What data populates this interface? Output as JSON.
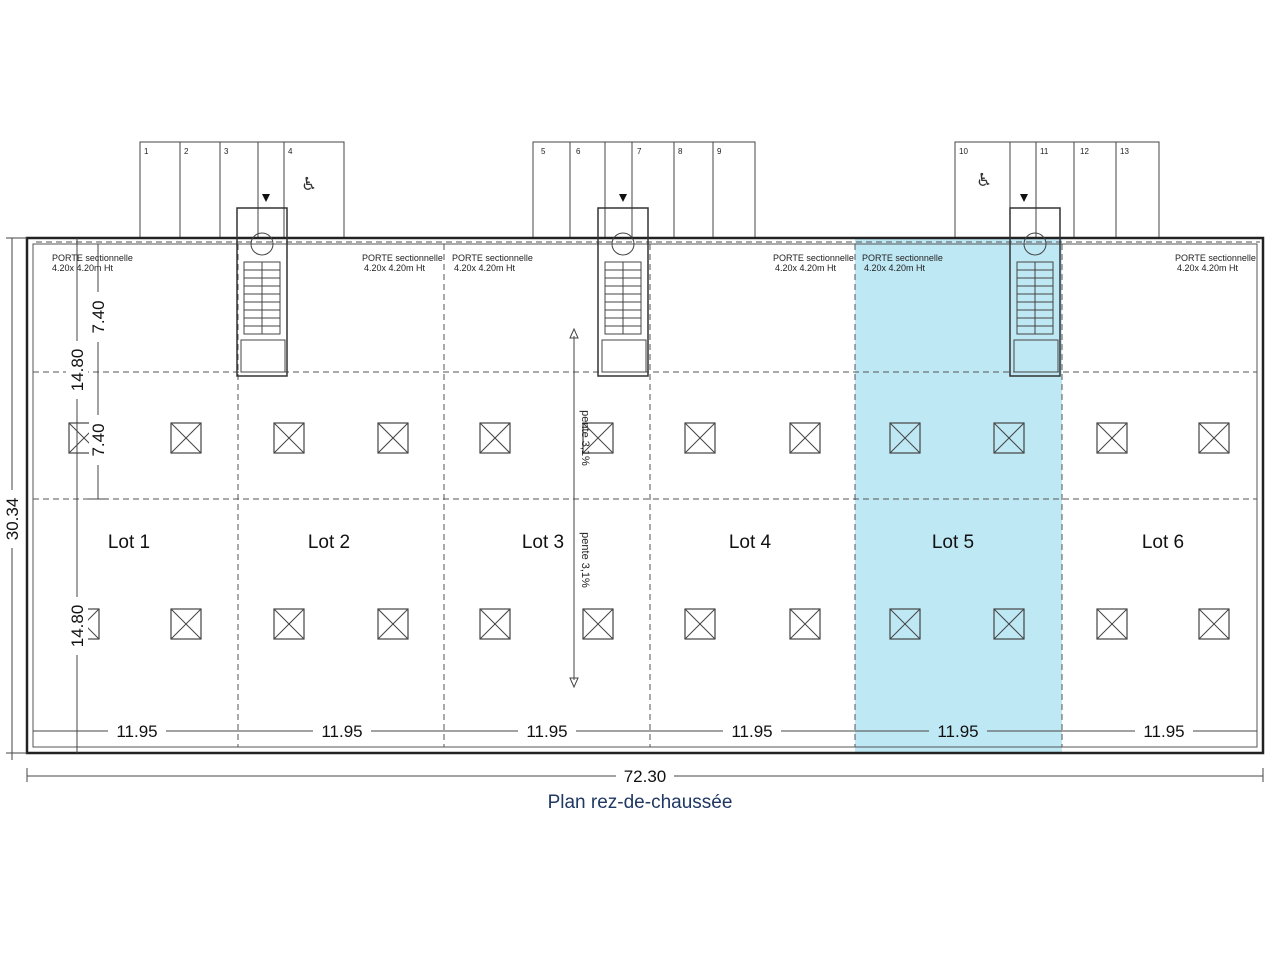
{
  "caption": "Plan rez-de-chaussée",
  "colors": {
    "highlight": "#bfe8f5",
    "caption": "#1f3864"
  },
  "highlighted_lot": "Lot 5",
  "lots": [
    {
      "label": "Lot 1",
      "width_label": "11.95"
    },
    {
      "label": "Lot 2",
      "width_label": "11.95"
    },
    {
      "label": "Lot 3",
      "width_label": "11.95"
    },
    {
      "label": "Lot 4",
      "width_label": "11.95"
    },
    {
      "label": "Lot 5",
      "width_label": "11.95"
    },
    {
      "label": "Lot 6",
      "width_label": "11.95"
    }
  ],
  "dimensions": {
    "total_width": "72.30",
    "total_depth": "30.34",
    "depth_front": "14.80",
    "depth_back": "14.80",
    "sub_front": "7.40",
    "sub_middle": "7.40"
  },
  "slope_labels": [
    "pente 3,1%",
    "pente 3,1%"
  ],
  "doors": [
    {
      "line1": "PORTE sectionnelle",
      "line2": "4.20x 4.20m Ht"
    },
    {
      "line1": "PORTE sectionnelle",
      "line2": "4.20x 4.20m Ht"
    },
    {
      "line1": "PORTE sectionnelle",
      "line2": "4.20x 4.20m Ht"
    },
    {
      "line1": "PORTE sectionnelle",
      "line2": "4.20x 4.20m Ht"
    },
    {
      "line1": "PORTE sectionnelle",
      "line2": "4.20x 4.20m Ht"
    },
    {
      "line1": "PORTE sectionnelle",
      "line2": "4.20x 4.20m Ht"
    }
  ],
  "parking_groups": [
    {
      "spaces": [
        "1",
        "2",
        "3",
        "",
        "4"
      ],
      "accessible_symbol": "♿"
    },
    {
      "spaces": [
        "5",
        "6",
        "",
        "7",
        "8",
        "9"
      ],
      "accessible_symbol": ""
    },
    {
      "spaces": [
        "10",
        "",
        "11",
        "12",
        "13"
      ],
      "accessible_symbol": "♿"
    }
  ]
}
